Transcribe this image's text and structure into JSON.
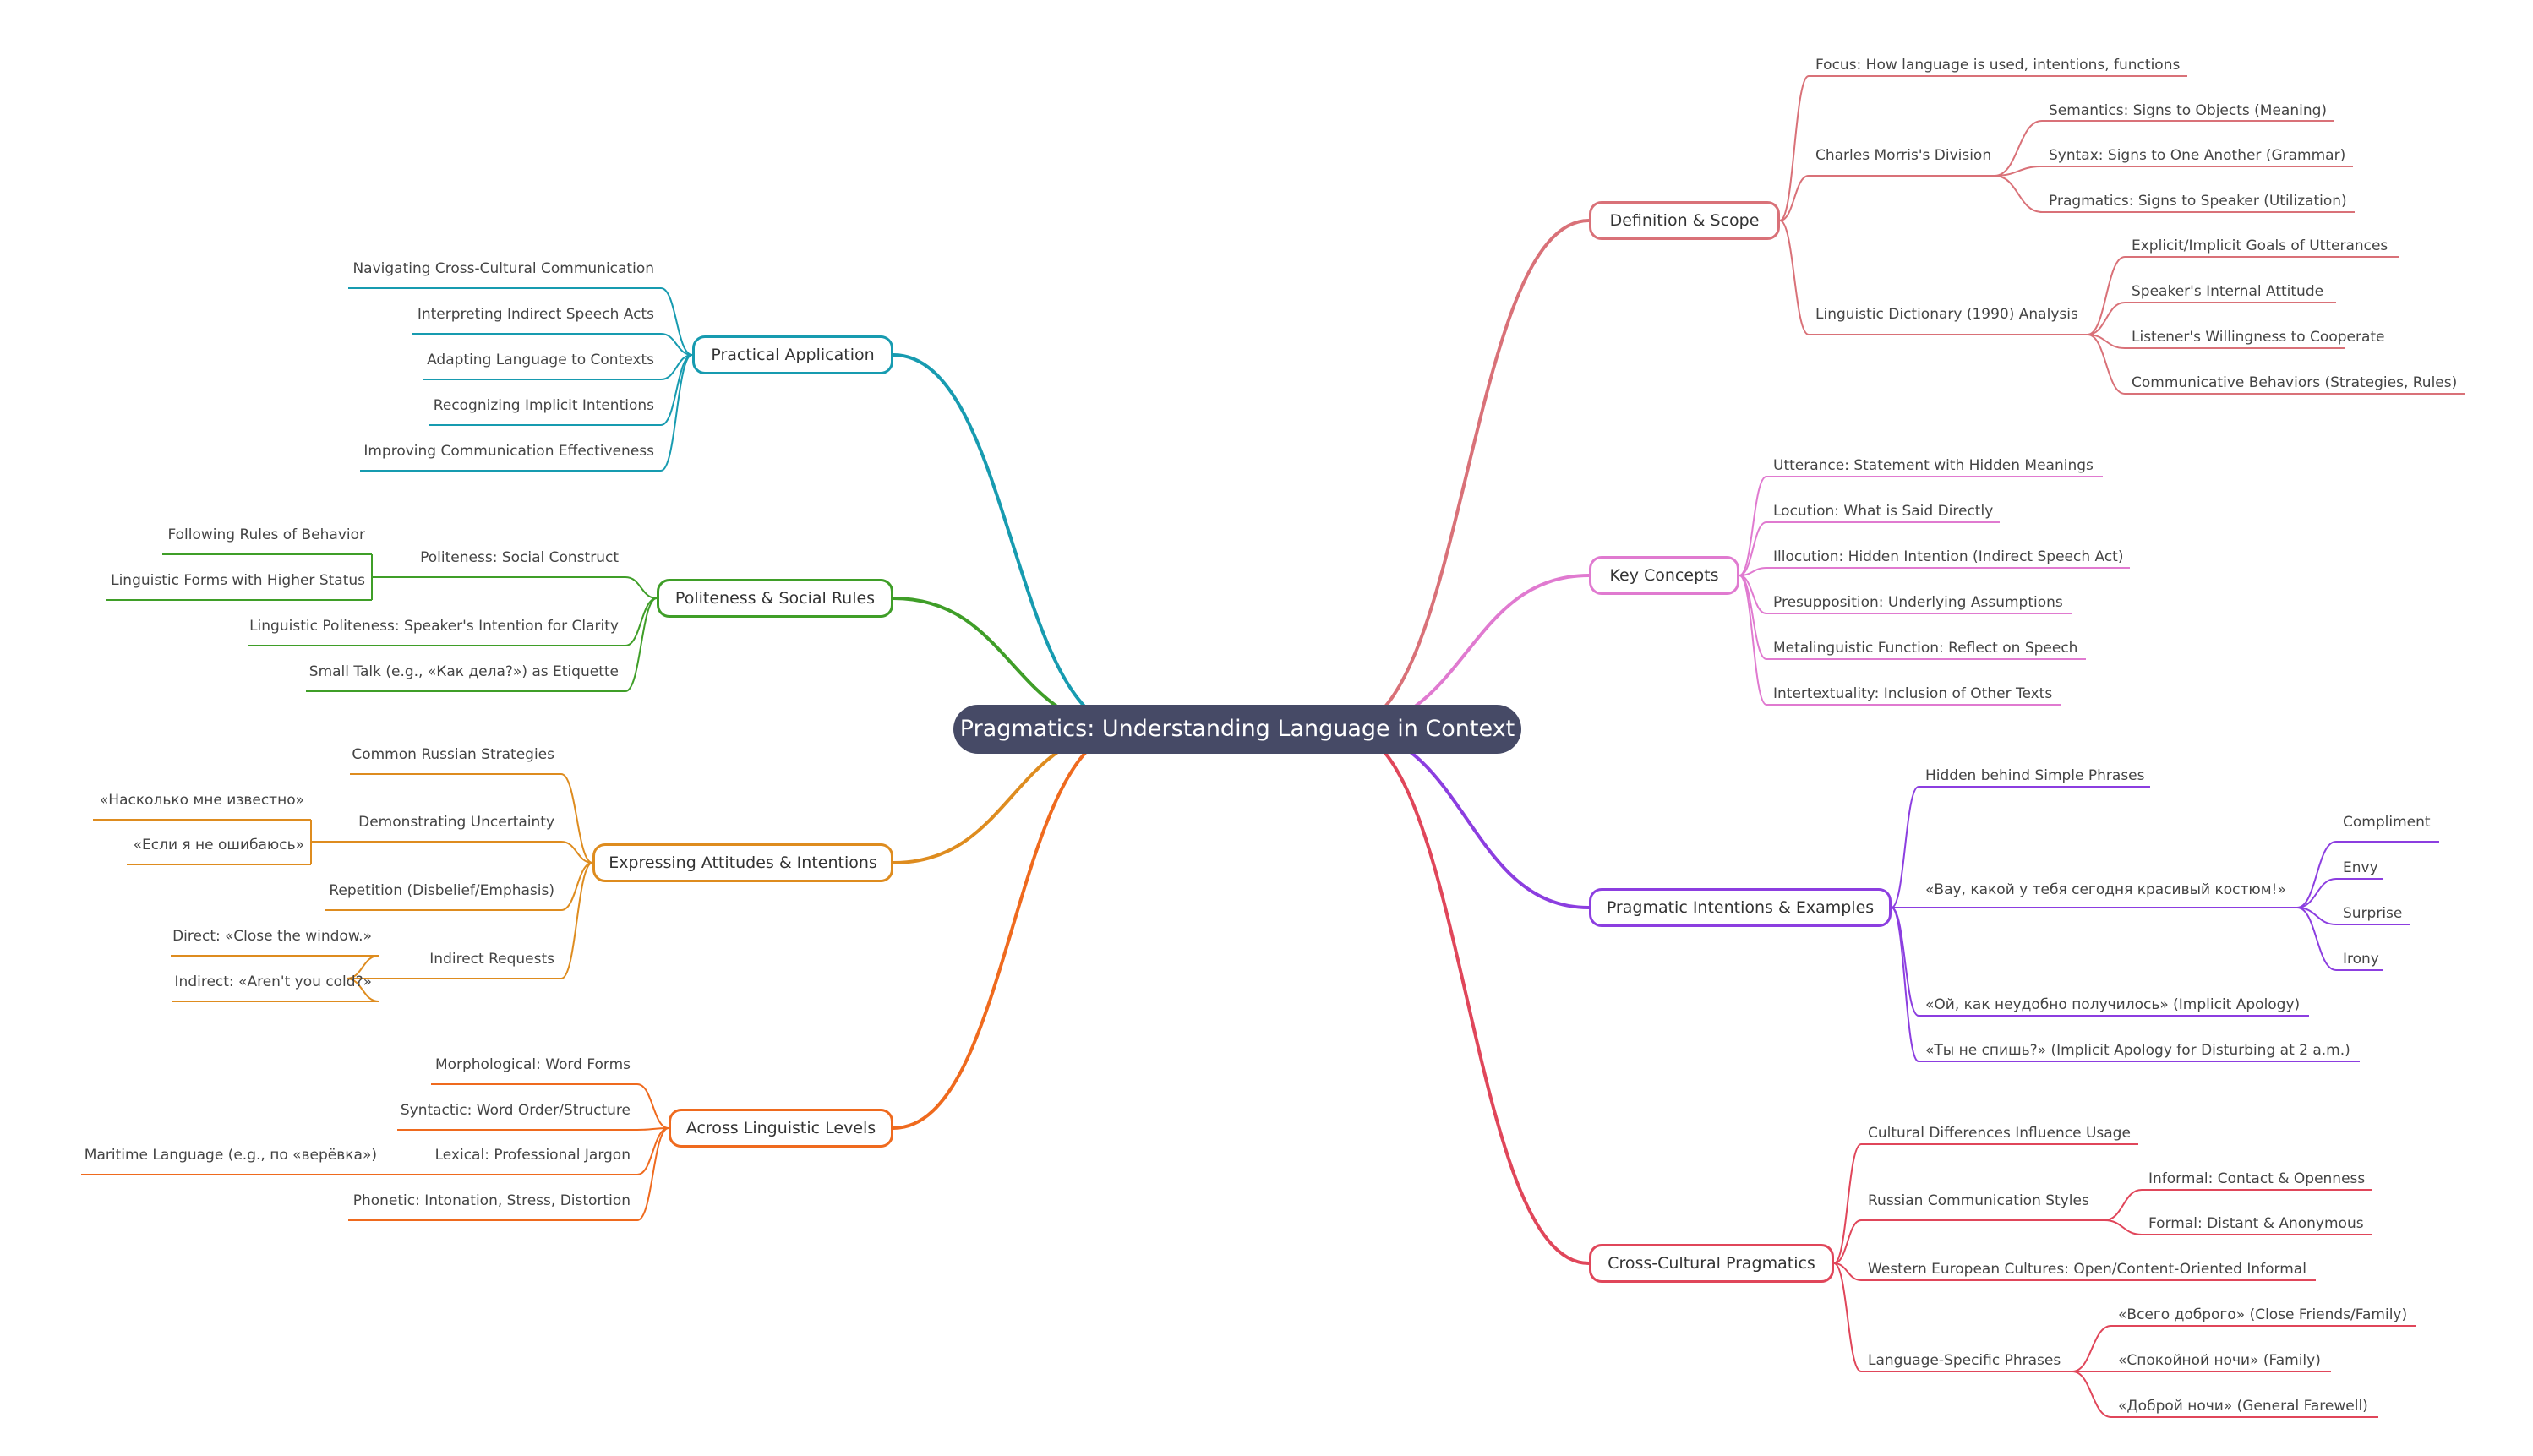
{
  "root": {
    "label": "Pragmatics: Understanding Language in Context"
  },
  "colors": {
    "definition": "#d97178",
    "key_concepts": "#e07ad0",
    "intentions": "#8c3ee0",
    "cross_cultural": "#e0465a",
    "practical": "#179bb0",
    "politeness": "#3f9e28",
    "attitudes": "#de8c1f",
    "levels": "#ef6a1e",
    "root_fill": "#464a66"
  },
  "branches": {
    "definition": {
      "label": "Definition & Scope",
      "children": [
        {
          "label": "Focus: How language is used, intentions, functions"
        },
        {
          "label": "Charles Morris's Division",
          "children": [
            {
              "label": "Semantics: Signs to Objects (Meaning)"
            },
            {
              "label": "Syntax: Signs to One Another (Grammar)"
            },
            {
              "label": "Pragmatics: Signs to Speaker (Utilization)"
            }
          ]
        },
        {
          "label": "Linguistic Dictionary (1990) Analysis",
          "children": [
            {
              "label": "Explicit/Implicit Goals of Utterances"
            },
            {
              "label": "Speaker's Internal Attitude"
            },
            {
              "label": "Listener's Willingness to Cooperate"
            },
            {
              "label": "Communicative Behaviors (Strategies, Rules)"
            }
          ]
        }
      ]
    },
    "key_concepts": {
      "label": "Key Concepts",
      "children": [
        {
          "label": "Utterance: Statement with Hidden Meanings"
        },
        {
          "label": "Locution: What is Said Directly"
        },
        {
          "label": "Illocution: Hidden Intention (Indirect Speech Act)"
        },
        {
          "label": "Presupposition: Underlying Assumptions"
        },
        {
          "label": "Metalinguistic Function: Reflect on Speech"
        },
        {
          "label": "Intertextuality: Inclusion of Other Texts"
        }
      ]
    },
    "intentions": {
      "label": "Pragmatic Intentions & Examples",
      "children": [
        {
          "label": "Hidden behind Simple Phrases"
        },
        {
          "label": "«Вау, какой у тебя сегодня красивый костюм!»",
          "children": [
            {
              "label": "Compliment"
            },
            {
              "label": "Envy"
            },
            {
              "label": "Surprise"
            },
            {
              "label": "Irony"
            }
          ]
        },
        {
          "label": "«Ой, как неудобно получилось» (Implicit Apology)"
        },
        {
          "label": "«Ты не спишь?» (Implicit Apology for Disturbing at 2 a.m.)"
        }
      ]
    },
    "cross_cultural": {
      "label": "Cross-Cultural Pragmatics",
      "children": [
        {
          "label": "Cultural Differences Influence Usage"
        },
        {
          "label": "Russian Communication Styles",
          "children": [
            {
              "label": "Informal: Contact & Openness"
            },
            {
              "label": "Formal: Distant & Anonymous"
            }
          ]
        },
        {
          "label": "Western European Cultures: Open/Content-Oriented Informal"
        },
        {
          "label": "Language-Specific Phrases",
          "children": [
            {
              "label": "«Всего доброго» (Close Friends/Family)"
            },
            {
              "label": "«Спокойной ночи» (Family)"
            },
            {
              "label": "«Доброй ночи» (General Farewell)"
            }
          ]
        }
      ]
    },
    "practical": {
      "label": "Practical Application",
      "children": [
        {
          "label": "Navigating Cross-Cultural Communication"
        },
        {
          "label": "Interpreting Indirect Speech Acts"
        },
        {
          "label": "Adapting Language to Contexts"
        },
        {
          "label": "Recognizing Implicit Intentions"
        },
        {
          "label": "Improving Communication Effectiveness"
        }
      ]
    },
    "politeness": {
      "label": "Politeness & Social Rules",
      "children": [
        {
          "label": "Politeness: Social Construct",
          "children": [
            {
              "label": "Following Rules of Behavior"
            },
            {
              "label": "Linguistic Forms with Higher Status"
            }
          ]
        },
        {
          "label": "Linguistic Politeness: Speaker's Intention for Clarity"
        },
        {
          "label": "Small Talk (e.g., «Как дела?») as Etiquette"
        }
      ]
    },
    "attitudes": {
      "label": "Expressing Attitudes & Intentions",
      "children": [
        {
          "label": "Common Russian Strategies"
        },
        {
          "label": "Demonstrating Uncertainty",
          "children": [
            {
              "label": "«Насколько мне известно»"
            },
            {
              "label": "«Если я не ошибаюсь»"
            }
          ]
        },
        {
          "label": "Repetition (Disbelief/Emphasis)"
        },
        {
          "label": "Indirect Requests",
          "children": [
            {
              "label": "Direct: «Close the window.»"
            },
            {
              "label": "Indirect: «Aren't you cold?»"
            }
          ]
        }
      ]
    },
    "levels": {
      "label": "Across Linguistic Levels",
      "children": [
        {
          "label": "Morphological: Word Forms"
        },
        {
          "label": "Syntactic: Word Order/Structure"
        },
        {
          "label": "Lexical: Professional Jargon"
        },
        {
          "label": "Maritime Language (e.g., по «верёвка»)"
        },
        {
          "label": "Phonetic: Intonation, Stress, Distortion"
        }
      ]
    }
  }
}
